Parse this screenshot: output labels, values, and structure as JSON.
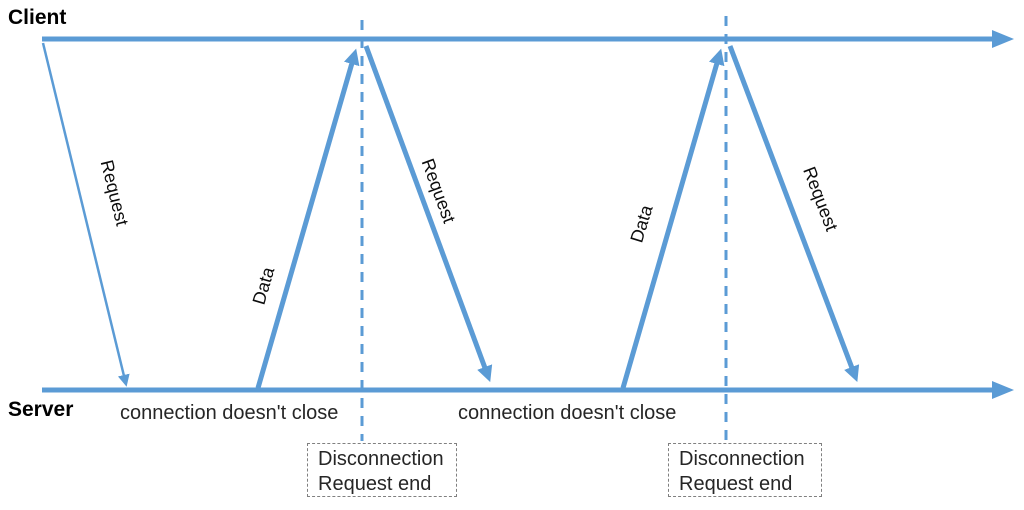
{
  "diagram": {
    "title_semantics": "client-server long polling sequence diagram",
    "actors": {
      "client": "Client",
      "server": "Server"
    },
    "arrows": [
      {
        "label": "Request"
      },
      {
        "label": "Data"
      },
      {
        "label": "Request"
      },
      {
        "label": "Data"
      },
      {
        "label": "Request"
      }
    ],
    "notes": [
      {
        "text": "connection doesn't close"
      },
      {
        "text": "connection doesn't close"
      }
    ],
    "boxes": [
      {
        "line1": "Disconnection",
        "line2": "Request end"
      },
      {
        "line1": "Disconnection",
        "line2": "Request end"
      }
    ],
    "colors": {
      "arrow_blue": "#5B9BD5",
      "text_dark": "#262626",
      "box_border_gray": "#808080"
    }
  }
}
